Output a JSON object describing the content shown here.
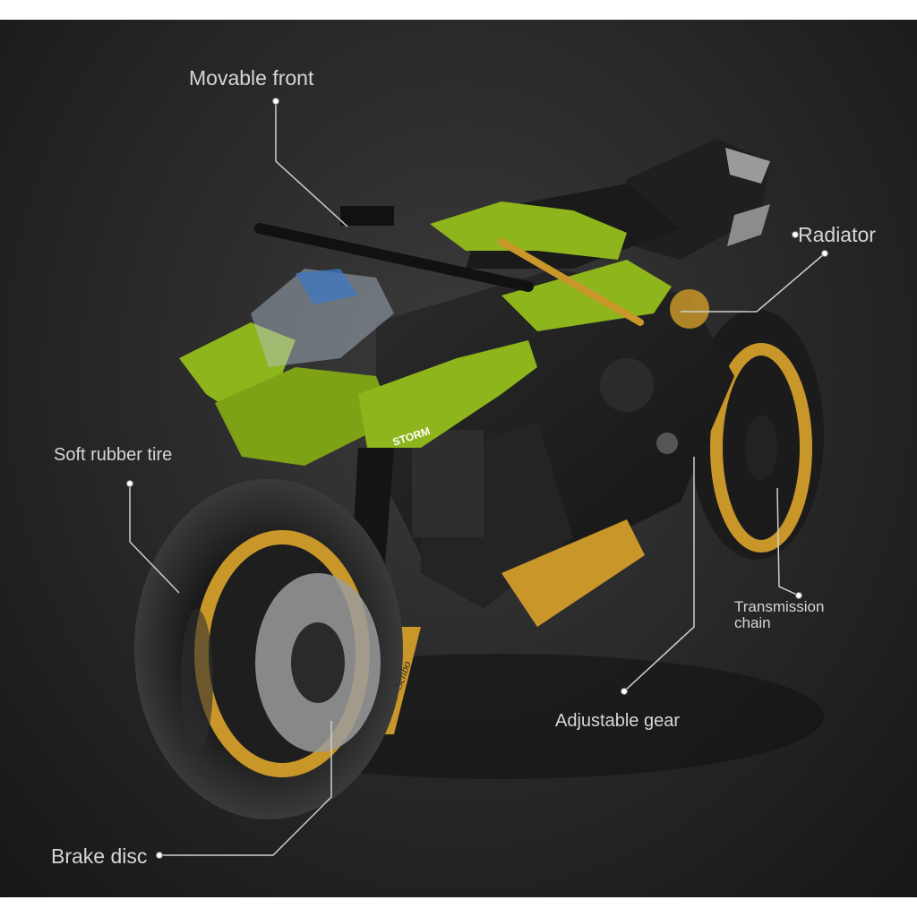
{
  "photo": {
    "subject": "building-block sport motorcycle model",
    "background_color": "#2d2d2d",
    "accent_color": "#8fb51c",
    "rim_color": "#c9962a"
  },
  "callouts": {
    "movable_front": "Movable front",
    "radiator": "Radiator",
    "soft_rubber_tire": "Soft rubber tire",
    "transmission_chain_line1": "Transmission",
    "transmission_chain_line2": "chain",
    "adjustable_gear": "Adjustable gear",
    "brake_disc": "Brake disc"
  },
  "markings": {
    "fairing_text": "STORM",
    "fork_text": "Senbo"
  }
}
